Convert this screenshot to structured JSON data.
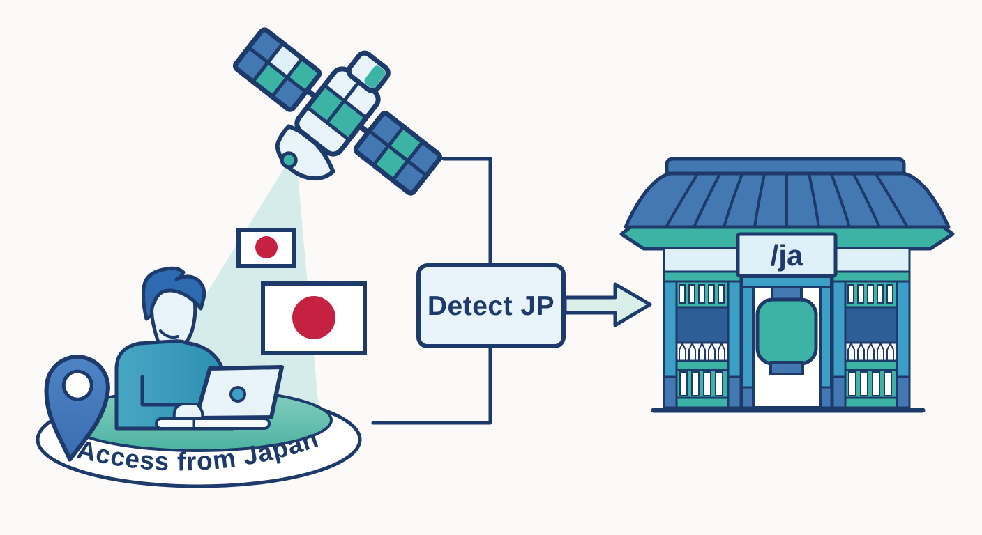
{
  "background": "#fbfaf8",
  "palette": {
    "navy": "#1d3a6b",
    "blue": "#4478b3",
    "teal": "#3cb3a5",
    "teal_blue": "#3d9ec6",
    "light_blue": "#dff0f8",
    "lighter": "#e9f4fa",
    "beam": "#d6eceb",
    "arrow_fill": "#daefe9",
    "flag_red": "#c42240",
    "dark_panel": "#2d5e95",
    "hair_blue": "#2e6ab0",
    "shirt_light": "#48a7c3",
    "shirt_dark": "#2b8db1",
    "pin_light": "#4e84c5",
    "pin_dark": "#3a6cb2",
    "platform_teal_light": "#86cec0",
    "platform_teal_dark": "#4db3a2"
  },
  "scene": {
    "origin": {
      "caption": "Access from Japan"
    },
    "detector": {
      "label": "Detect JP"
    },
    "destination": {
      "sign_label": "/ja"
    }
  },
  "icons": {
    "satellite-icon": "satellite with two solar panels and dish",
    "signal-beam": "light teal beam from satellite to user",
    "japan-flag-small-icon": "small Japanese flag",
    "japan-flag-large-icon": "large Japanese flag",
    "location-pin-icon": "blue map pin",
    "user-figure": "person working on laptop",
    "laptop-icon": "open laptop with round logo",
    "origin-platform": "teal oval platform with caption ring",
    "connector-line": "right-angle connector lines",
    "detect-jp-box": "rounded process box",
    "flow-arrow-icon": "right-pointing block arrow",
    "temple-gate-icon": "blue Japanese temple gate",
    "lantern-icon": "teal paper lantern"
  }
}
